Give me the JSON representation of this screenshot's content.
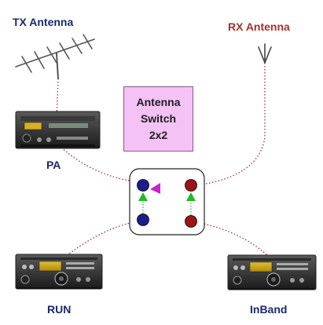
{
  "labels": {
    "tx_antenna": "TX Antenna",
    "rx_antenna": "RX Antenna",
    "pa": "PA",
    "run": "RUN",
    "inband": "InBand"
  },
  "switch_box": {
    "line1": "Antenna",
    "line2": "Switch",
    "line3": "2x2"
  },
  "colors": {
    "tx_label": "#1a2a6c",
    "rx_label": "#a8312a",
    "pa_label": "#1a2a6c",
    "run_label": "#1a2a6c",
    "inband_label": "#1a2a6c",
    "port_blue": "#1c1c8a",
    "port_red": "#9c1414",
    "arrow_green": "#22bb22",
    "arrow_magenta": "#cc22cc",
    "wire": "#a03030",
    "box_fill": "#f4c2f4"
  },
  "icons": {
    "tx_antenna": "yagi-antenna-icon",
    "rx_antenna": "whip-antenna-icon",
    "pa": "power-amplifier-icon",
    "run_radio": "transceiver-icon",
    "inband_radio": "transceiver-icon"
  }
}
